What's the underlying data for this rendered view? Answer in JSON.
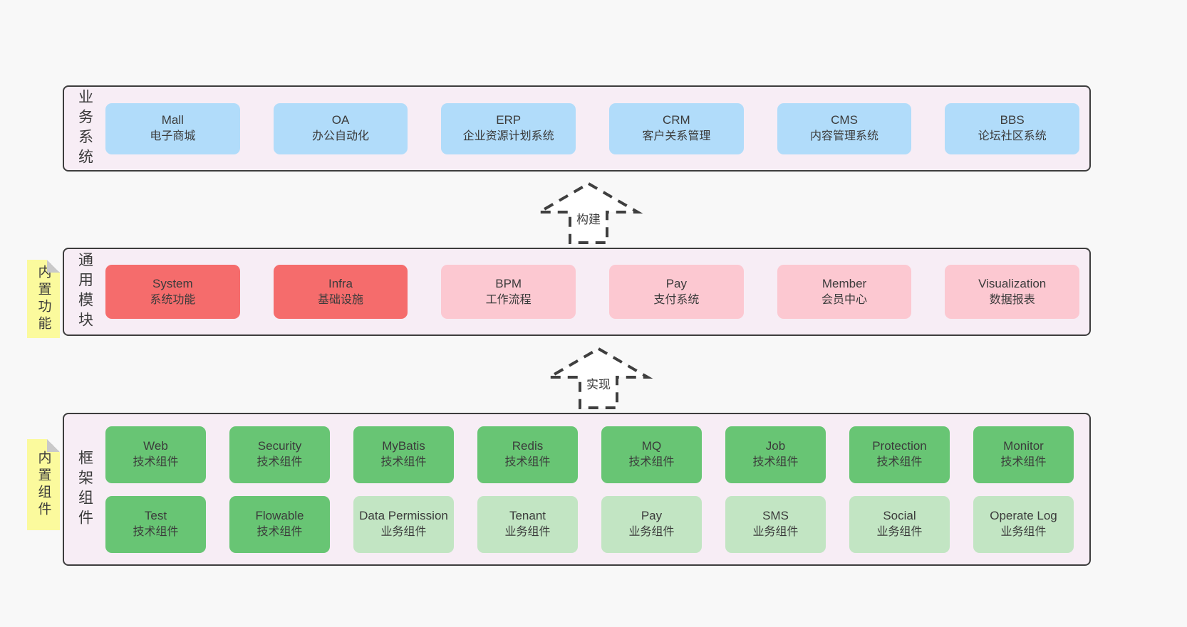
{
  "colors": {
    "page_bg": "#f8f8f8",
    "panel_bg": "#f7edf5",
    "panel_border": "#3d3d3d",
    "blue": "#b1dcfa",
    "red": "#f56c6c",
    "pink": "#fcc8d1",
    "green": "#68c574",
    "light_green": "#c2e5c3",
    "note_yellow": "#fbfa9d",
    "text": "#3b3b3b"
  },
  "arrows": [
    {
      "label": "构建"
    },
    {
      "label": "实现"
    }
  ],
  "sections": [
    {
      "label": "业务系统",
      "boxes": [
        {
          "title": "Mall",
          "subtitle": "电子商城",
          "variant": "blue"
        },
        {
          "title": "OA",
          "subtitle": "办公自动化",
          "variant": "blue"
        },
        {
          "title": "ERP",
          "subtitle": "企业资源计划系统",
          "variant": "blue"
        },
        {
          "title": "CRM",
          "subtitle": "客户关系管理",
          "variant": "blue"
        },
        {
          "title": "CMS",
          "subtitle": "内容管理系统",
          "variant": "blue"
        },
        {
          "title": "BBS",
          "subtitle": "论坛社区系统",
          "variant": "blue"
        }
      ]
    },
    {
      "label": "通用模块",
      "note": "内置功能",
      "boxes": [
        {
          "title": "System",
          "subtitle": "系统功能",
          "variant": "red"
        },
        {
          "title": "Infra",
          "subtitle": "基础设施",
          "variant": "red"
        },
        {
          "title": "BPM",
          "subtitle": "工作流程",
          "variant": "pink"
        },
        {
          "title": "Pay",
          "subtitle": "支付系统",
          "variant": "pink"
        },
        {
          "title": "Member",
          "subtitle": "会员中心",
          "variant": "pink"
        },
        {
          "title": "Visualization",
          "subtitle": "数据报表",
          "variant": "pink"
        }
      ]
    },
    {
      "label": "框架组件",
      "note": "内置组件",
      "boxes": [
        {
          "title": "Web",
          "subtitle": "技术组件",
          "variant": "green"
        },
        {
          "title": "Security",
          "subtitle": "技术组件",
          "variant": "green"
        },
        {
          "title": "MyBatis",
          "subtitle": "技术组件",
          "variant": "green"
        },
        {
          "title": "Redis",
          "subtitle": "技术组件",
          "variant": "green"
        },
        {
          "title": "MQ",
          "subtitle": "技术组件",
          "variant": "green"
        },
        {
          "title": "Job",
          "subtitle": "技术组件",
          "variant": "green"
        },
        {
          "title": "Protection",
          "subtitle": "技术组件",
          "variant": "green"
        },
        {
          "title": "Monitor",
          "subtitle": "技术组件",
          "variant": "green"
        },
        {
          "title": "Test",
          "subtitle": "技术组件",
          "variant": "green"
        },
        {
          "title": "Flowable",
          "subtitle": "技术组件",
          "variant": "green"
        },
        {
          "title": "Data Permission",
          "subtitle": "业务组件",
          "variant": "lgreen"
        },
        {
          "title": "Tenant",
          "subtitle": "业务组件",
          "variant": "lgreen"
        },
        {
          "title": "Pay",
          "subtitle": "业务组件",
          "variant": "lgreen"
        },
        {
          "title": "SMS",
          "subtitle": "业务组件",
          "variant": "lgreen"
        },
        {
          "title": "Social",
          "subtitle": "业务组件",
          "variant": "lgreen"
        },
        {
          "title": "Operate Log",
          "subtitle": "业务组件",
          "variant": "lgreen"
        }
      ]
    }
  ]
}
